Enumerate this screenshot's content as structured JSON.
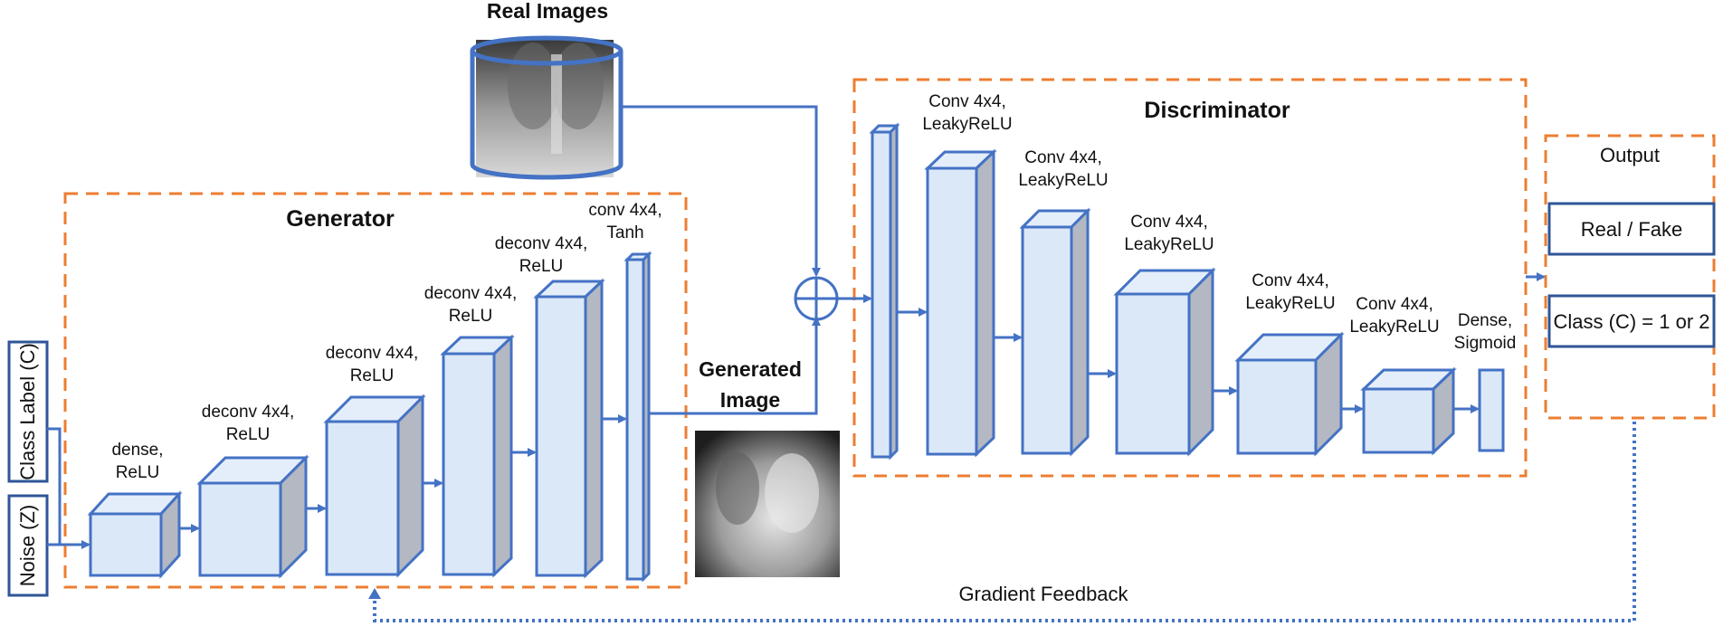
{
  "titles": {
    "real_images": "Real Images",
    "generator": "Generator",
    "discriminator": "Discriminator",
    "generated_line1": "Generated",
    "generated_line2": "Image",
    "output": "Output",
    "gradient_feedback": "Gradient Feedback"
  },
  "inputs": {
    "class_label": "Class Label (C)",
    "noise": "Noise (Z)"
  },
  "generator_layers": [
    {
      "line1": "dense,",
      "line2": "ReLU"
    },
    {
      "line1": "deconv 4x4,",
      "line2": "ReLU"
    },
    {
      "line1": "deconv 4x4,",
      "line2": "ReLU"
    },
    {
      "line1": "deconv 4x4,",
      "line2": "ReLU"
    },
    {
      "line1": "deconv 4x4,",
      "line2": "ReLU"
    },
    {
      "line1": "conv 4x4,",
      "line2": "Tanh"
    }
  ],
  "discriminator_layers": [
    {
      "line1": "Conv 4x4,",
      "line2": "LeakyReLU"
    },
    {
      "line1": "Conv 4x4,",
      "line2": "LeakyReLU"
    },
    {
      "line1": "Conv 4x4,",
      "line2": "LeakyReLU"
    },
    {
      "line1": "Conv 4x4,",
      "line2": "LeakyReLU"
    },
    {
      "line1": "Conv 4x4,",
      "line2": "LeakyReLU"
    },
    {
      "line1": "Dense,",
      "line2": "Sigmoid"
    }
  ],
  "outputs": {
    "real_fake": "Real / Fake",
    "class": "Class (C) = 1 or 2"
  },
  "colors": {
    "block_front": "#dbe8f7",
    "block_side": "#b3b8c2",
    "block_outline": "#4472c4",
    "dashed_border": "#ed7d31",
    "feedback_line": "#4472c4"
  }
}
